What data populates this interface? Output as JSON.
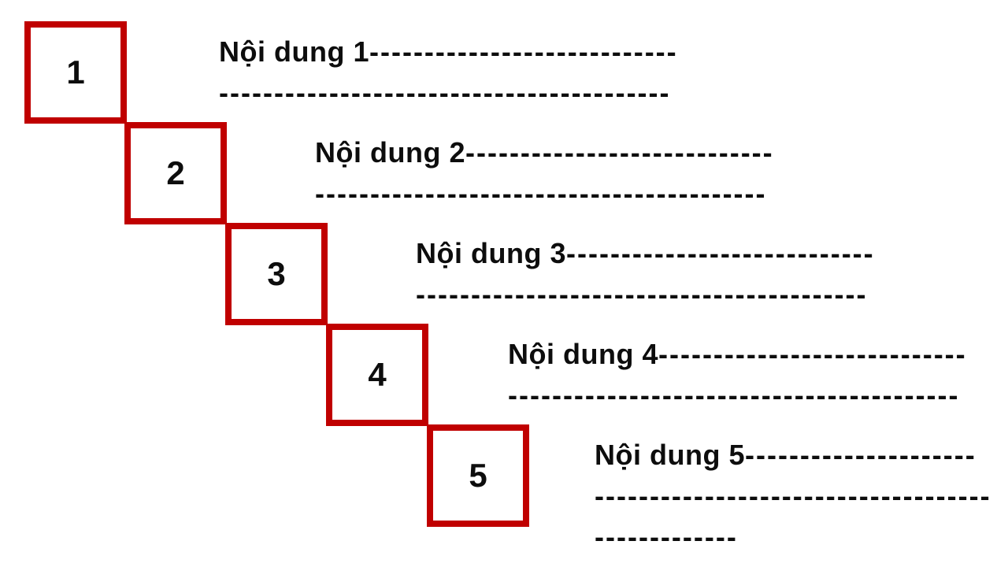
{
  "diagram": {
    "type": "staircase-step-diagram",
    "background_color": "#ffffff",
    "accent_color": "#C00000",
    "text_color": "#0d0d0d",
    "steps": [
      {
        "number": "1",
        "label": "Nội dung 1",
        "dashes_line1": "----------------------------",
        "dashes_line2": "-----------------------------------------",
        "dashes_line3": ""
      },
      {
        "number": "2",
        "label": "Nội dung 2",
        "dashes_line1": "----------------------------",
        "dashes_line2": "-----------------------------------------",
        "dashes_line3": ""
      },
      {
        "number": "3",
        "label": "Nội dung 3",
        "dashes_line1": "----------------------------",
        "dashes_line2": "-----------------------------------------",
        "dashes_line3": ""
      },
      {
        "number": "4",
        "label": "Nội dung 4",
        "dashes_line1": "----------------------------",
        "dashes_line2": "-----------------------------------------",
        "dashes_line3": ""
      },
      {
        "number": "5",
        "label": "Nội dung 5",
        "dashes_line1": "---------------------",
        "dashes_line2": "------------------------------------",
        "dashes_line3": "-------------"
      }
    ]
  }
}
